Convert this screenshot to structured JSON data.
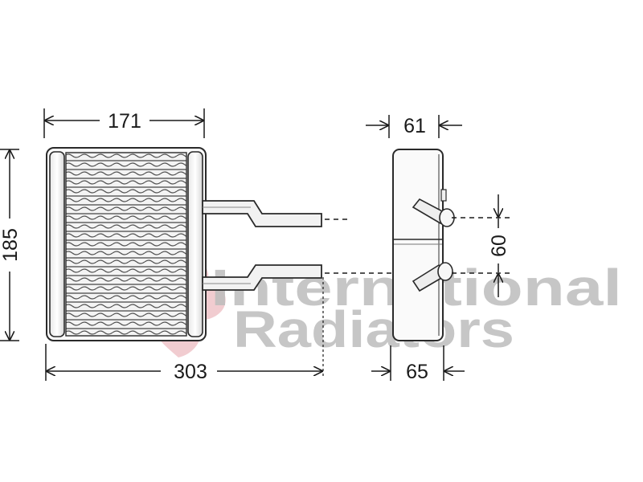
{
  "watermark": {
    "line1": "International",
    "line2": "Radiators",
    "text_color": "#bdbdbd",
    "logo_color": "#e7a3ab"
  },
  "dimensions": {
    "core_width": "171",
    "core_height": "185",
    "overall_length": "303",
    "side_top_depth": "61",
    "side_bottom_depth": "65",
    "pipe_spacing": "60"
  }
}
